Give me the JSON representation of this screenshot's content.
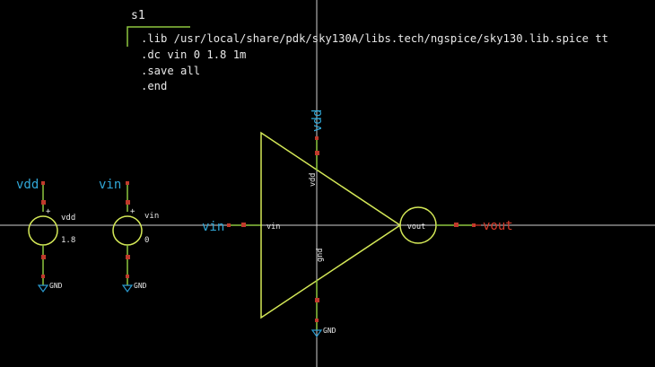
{
  "colors": {
    "background": "#000000",
    "wire": "#8ec63f",
    "symbol": "#d4e857",
    "pin": "#c0392b",
    "label": "#31a8d8",
    "text": "#e8e8e8",
    "net_out": "#d63a2a",
    "ground": "#2b9bd0"
  },
  "code_block": {
    "name": "s1",
    "lines": [
      ".lib /usr/local/share/pdk/sky130A/libs.tech/ngspice/sky130.lib.spice tt",
      ".dc vin 0 1.8 1m",
      ".save all",
      ".end"
    ]
  },
  "sources": [
    {
      "net": "vdd",
      "name": "vdd",
      "value": "1.8",
      "gnd": "GND"
    },
    {
      "net": "vin",
      "name": "vin",
      "value": "0",
      "gnd": "GND"
    }
  ],
  "inverter": {
    "in_net": "vin",
    "in_pin": "vin",
    "out_pin": "vout",
    "out_net": "vout",
    "vdd_net": "vdd",
    "vdd_pin": "vdd",
    "gnd_pin": "gnd",
    "gnd_label": "GND"
  }
}
